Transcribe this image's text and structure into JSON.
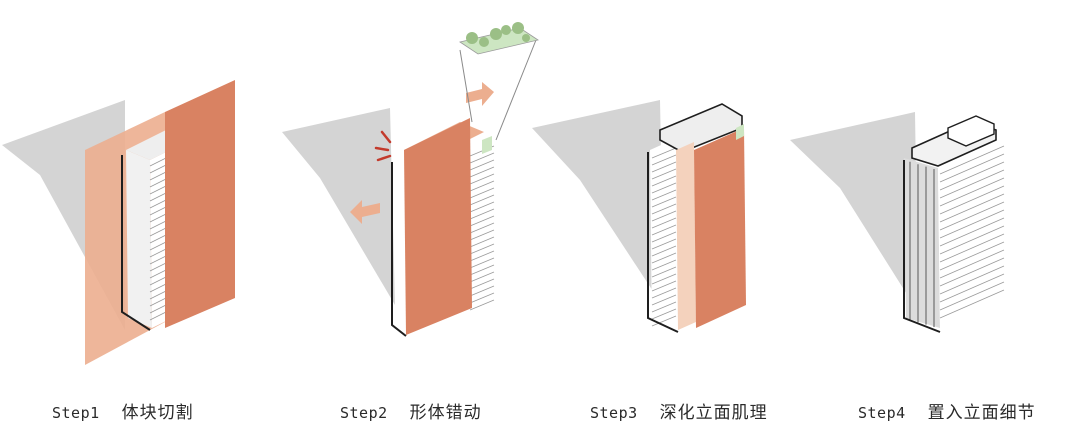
{
  "colors": {
    "shadow": "#d4d4d4",
    "orange": "#d98262",
    "orange_light": "#ecae8f",
    "orange_pale": "#f4d2bd",
    "white": "#ffffff",
    "line": "#9a9a9a",
    "outline": "#1e1e1e",
    "green": "#cde6c2",
    "tree": "#9bbf86",
    "accent_red": "#c33a2c"
  },
  "steps": [
    {
      "step": "Step1",
      "desc": "体块切割"
    },
    {
      "step": "Step2",
      "desc": "形体错动"
    },
    {
      "step": "Step3",
      "desc": "深化立面肌理"
    },
    {
      "step": "Step4",
      "desc": "置入立面细节"
    }
  ]
}
